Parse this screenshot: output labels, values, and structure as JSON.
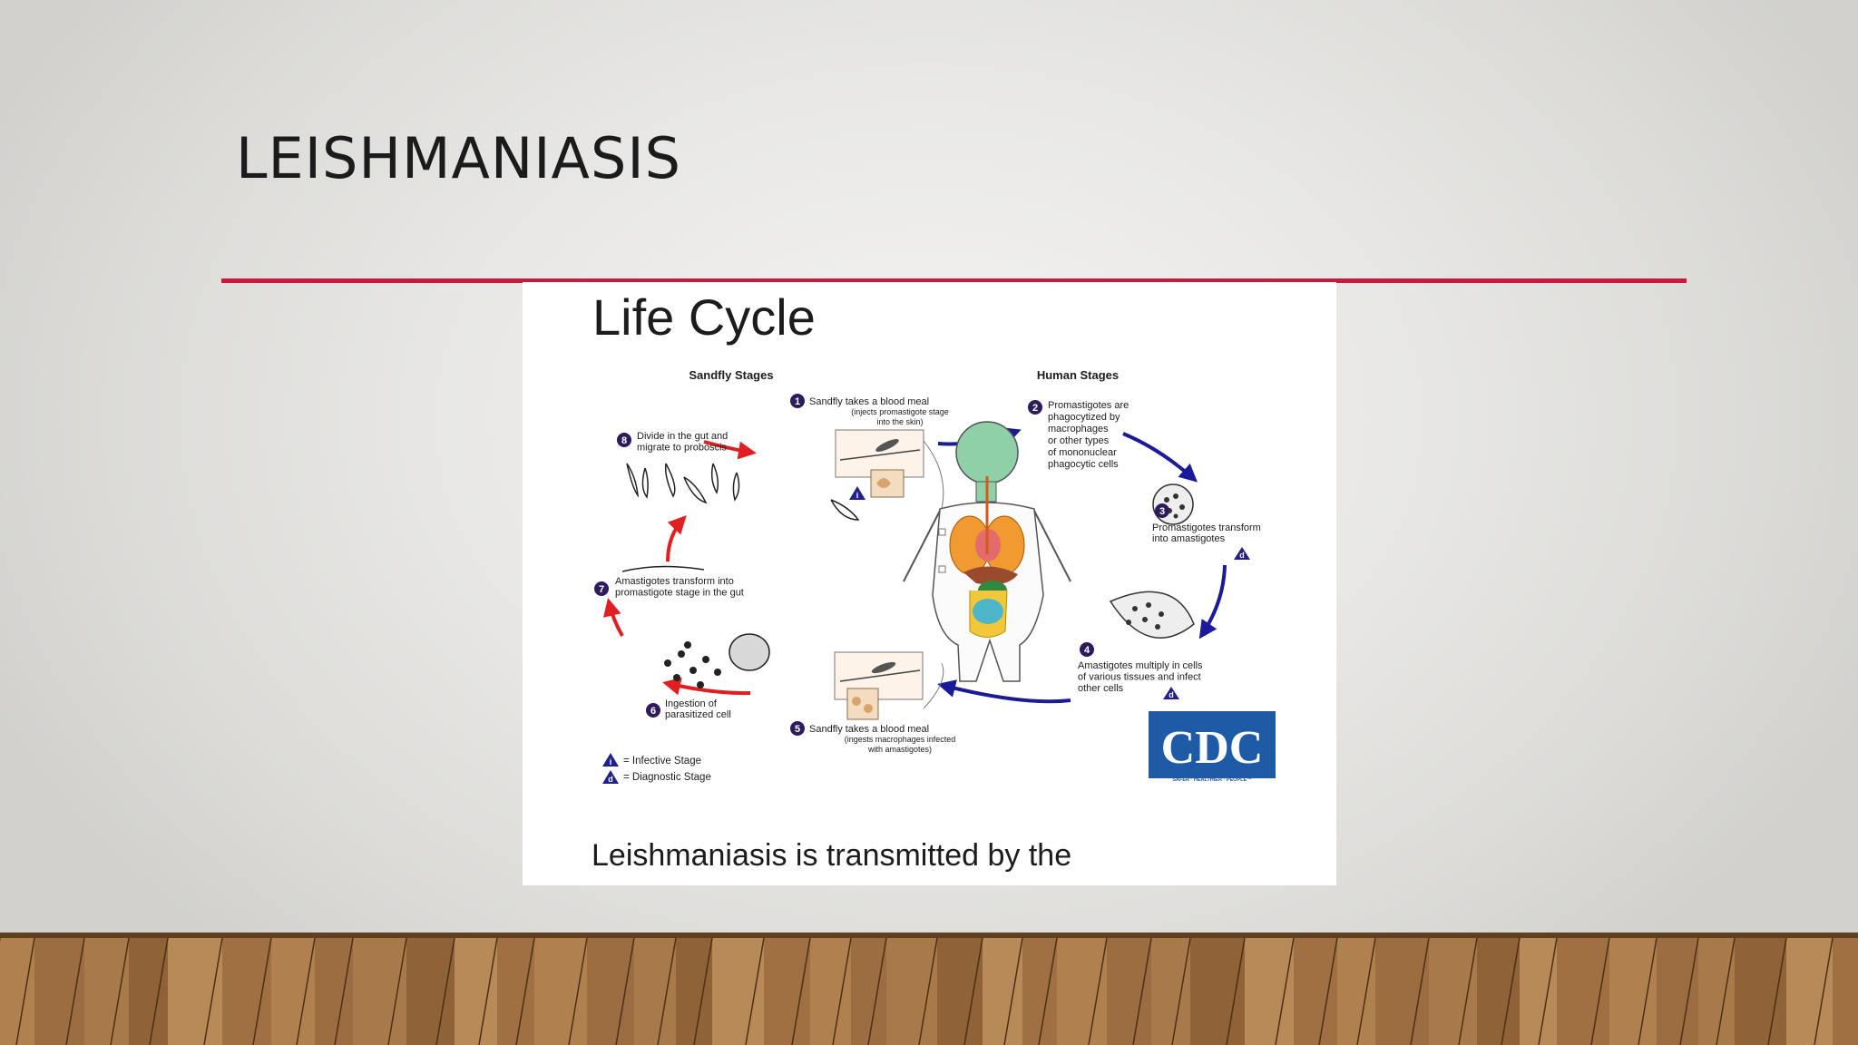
{
  "slide": {
    "title": "LEISHMANIASIS"
  },
  "figure": {
    "heading": "Life Cycle",
    "sandfly_stages_label": "Sandfly Stages",
    "human_stages_label": "Human Stages",
    "caption": "Leishmaniasis is transmitted by the",
    "steps": [
      {
        "num": "1",
        "lines": [
          "Sandfly takes a blood meal",
          "(injects promastigote stage",
          "into the skin)"
        ]
      },
      {
        "num": "2",
        "lines": [
          "Promastigotes are",
          "phagocytized by",
          "macrophages",
          "or other types",
          "of mononuclear",
          "phagocytic cells"
        ]
      },
      {
        "num": "3",
        "lines": [
          "Promastigotes transform",
          "into amastigotes"
        ]
      },
      {
        "num": "4",
        "lines": [
          "Amastigotes multiply in cells",
          "of various tissues and infect",
          "other cells"
        ]
      },
      {
        "num": "5",
        "lines": [
          "Sandfly takes a blood meal",
          "(ingests macrophages infected",
          "with amastigotes)"
        ]
      },
      {
        "num": "6",
        "lines": [
          "Ingestion of",
          "parasitized cell"
        ]
      },
      {
        "num": "7",
        "lines": [
          "Amastigotes transform into",
          "promastigote stage in  the gut"
        ]
      },
      {
        "num": "8",
        "lines": [
          "Divide in the gut and",
          "migrate to proboscis"
        ]
      }
    ],
    "legend": [
      {
        "symbol": "i",
        "text": "= Infective Stage"
      },
      {
        "symbol": "d",
        "text": "= Diagnostic Stage"
      }
    ],
    "logo": {
      "text": "CDC",
      "tagline": "SAFER · HEALTHIER · PEOPLE™"
    },
    "colors": {
      "sandfly_arrow": "#e02020",
      "human_arrow": "#1a1a9a",
      "step_badge": "#2d1b5e",
      "cdc_blue": "#1f5aa6",
      "accent_rule": "#c8193c"
    }
  }
}
